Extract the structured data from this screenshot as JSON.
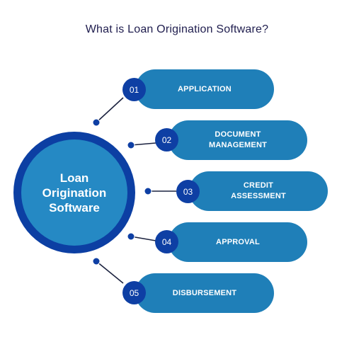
{
  "title": "What is Loan Origination Software?",
  "hub": {
    "label_lines": [
      "Loan",
      "Origination",
      "Software"
    ]
  },
  "steps": [
    {
      "number": "01",
      "label_lines": [
        "APPLICATION"
      ]
    },
    {
      "number": "02",
      "label_lines": [
        "DOCUMENT",
        "MANAGEMENT"
      ]
    },
    {
      "number": "03",
      "label_lines": [
        "CREDIT",
        "ASSESSMENT"
      ]
    },
    {
      "number": "04",
      "label_lines": [
        "APPROVAL"
      ]
    },
    {
      "number": "05",
      "label_lines": [
        "DISBURSEMENT"
      ]
    }
  ],
  "colors": {
    "dark_blue": "#0e3fa4",
    "mid_blue": "#1f7fb8",
    "hub_fill": "#2589c4",
    "title_text": "#1f1d4e",
    "connector": "#1c2340"
  }
}
